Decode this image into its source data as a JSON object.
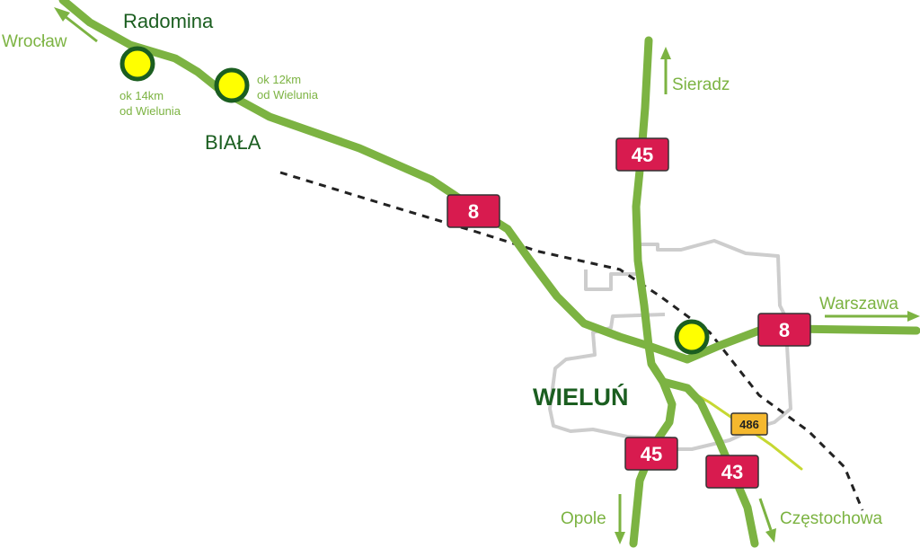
{
  "places": {
    "radomina": "Radomina",
    "biala": "BIAŁA",
    "wielun": "WIELUŃ"
  },
  "notes": {
    "marker1_line1": "ok 14km",
    "marker1_line2": "od Wielunia",
    "marker2_line1": "ok 12km",
    "marker2_line2": "od Wielunia"
  },
  "destinations": {
    "wroclaw": "Wrocław",
    "sieradz": "Sieradz",
    "warszawa": "Warszawa",
    "opole": "Opole",
    "czestochowa": "Częstochowa"
  },
  "road_shields": {
    "s8_west": "8",
    "s8_east": "8",
    "s45_north": "45",
    "s45_south": "45",
    "s43": "43",
    "s486": "486"
  },
  "colors": {
    "road": "#7cb342",
    "road_minor": "#c6d832",
    "city_outline": "#cdcdcd",
    "railway": "#222222",
    "marker_fill": "#ffff00",
    "marker_border": "#1b5e20",
    "shield_national": "#d81b4f",
    "shield_regional": "#f5b82e",
    "place_label": "#1b5e20"
  }
}
